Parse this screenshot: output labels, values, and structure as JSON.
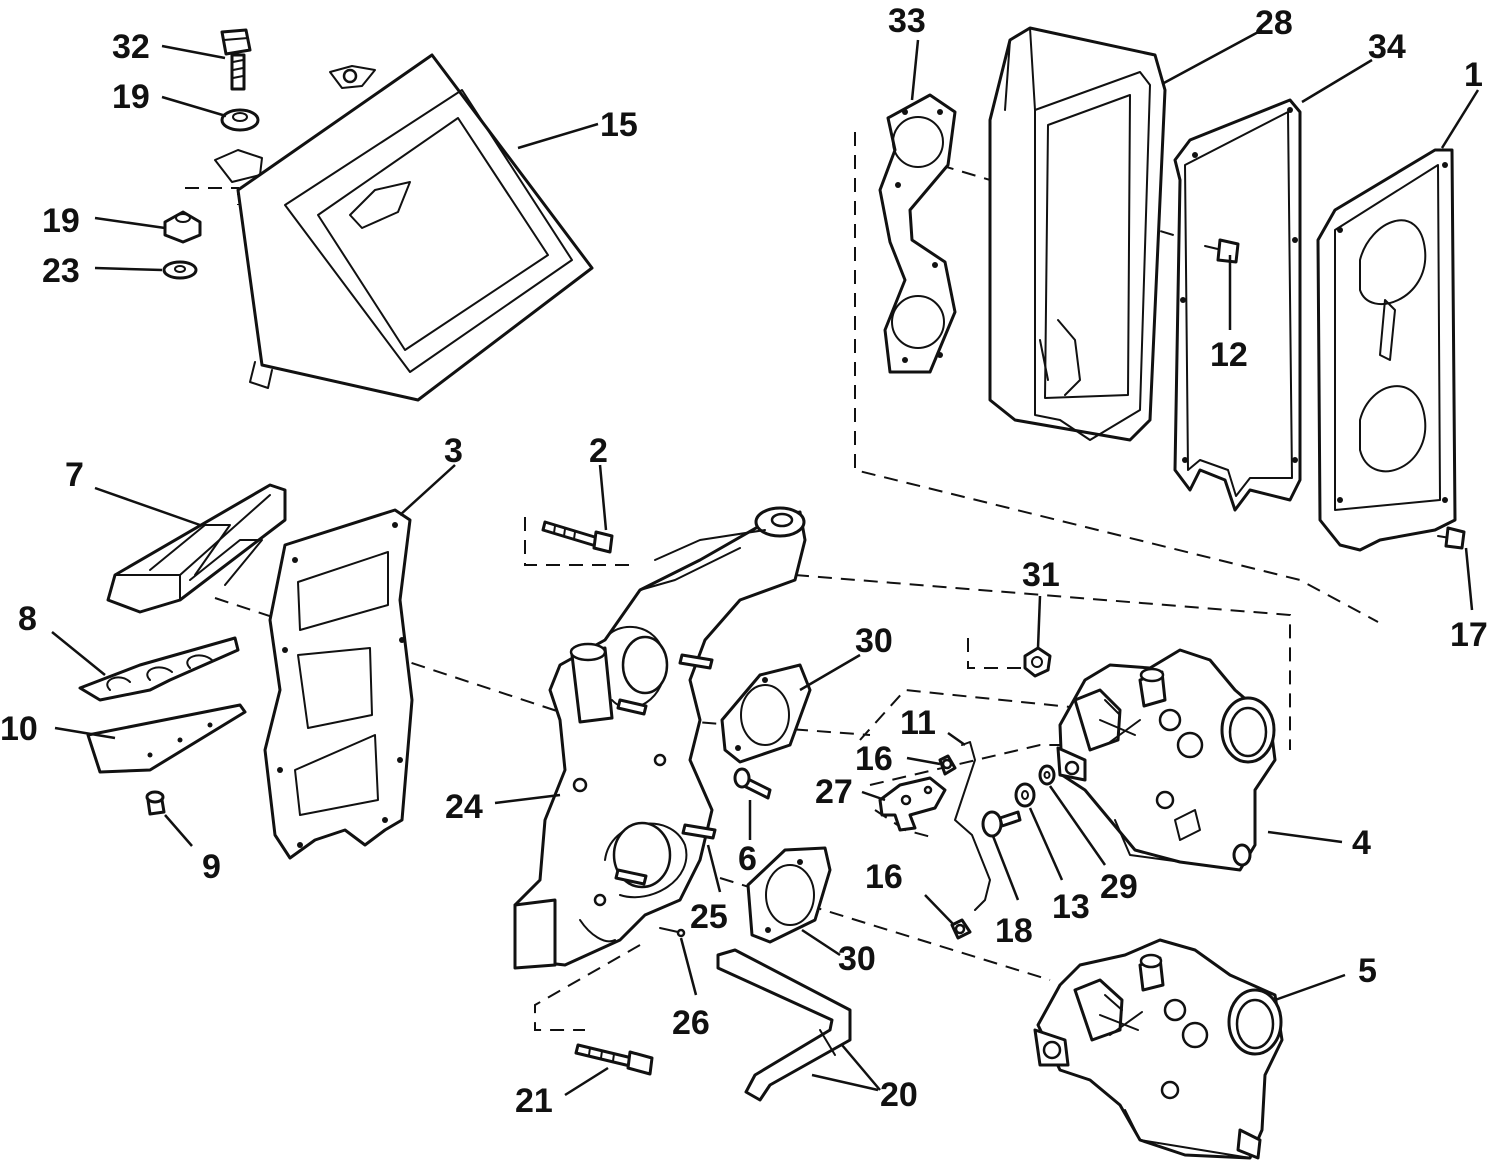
{
  "callouts": {
    "c1": "1",
    "c2": "2",
    "c3": "3",
    "c4": "4",
    "c5": "5",
    "c6": "6",
    "c7": "7",
    "c8": "8",
    "c9": "9",
    "c10": "10",
    "c11": "11",
    "c12": "12",
    "c13": "13",
    "c15": "15",
    "c16a": "16",
    "c16b": "16",
    "c17": "17",
    "c18": "18",
    "c19a": "19",
    "c19b": "19",
    "c20": "20",
    "c21": "21",
    "c23": "23",
    "c24": "24",
    "c25": "25",
    "c26": "26",
    "c27": "27",
    "c28": "28",
    "c29": "29",
    "c30a": "30",
    "c30b": "30",
    "c31": "31",
    "c32": "32",
    "c33": "33",
    "c34": "34"
  },
  "colors": {
    "line": "#111111",
    "background": "#ffffff"
  }
}
